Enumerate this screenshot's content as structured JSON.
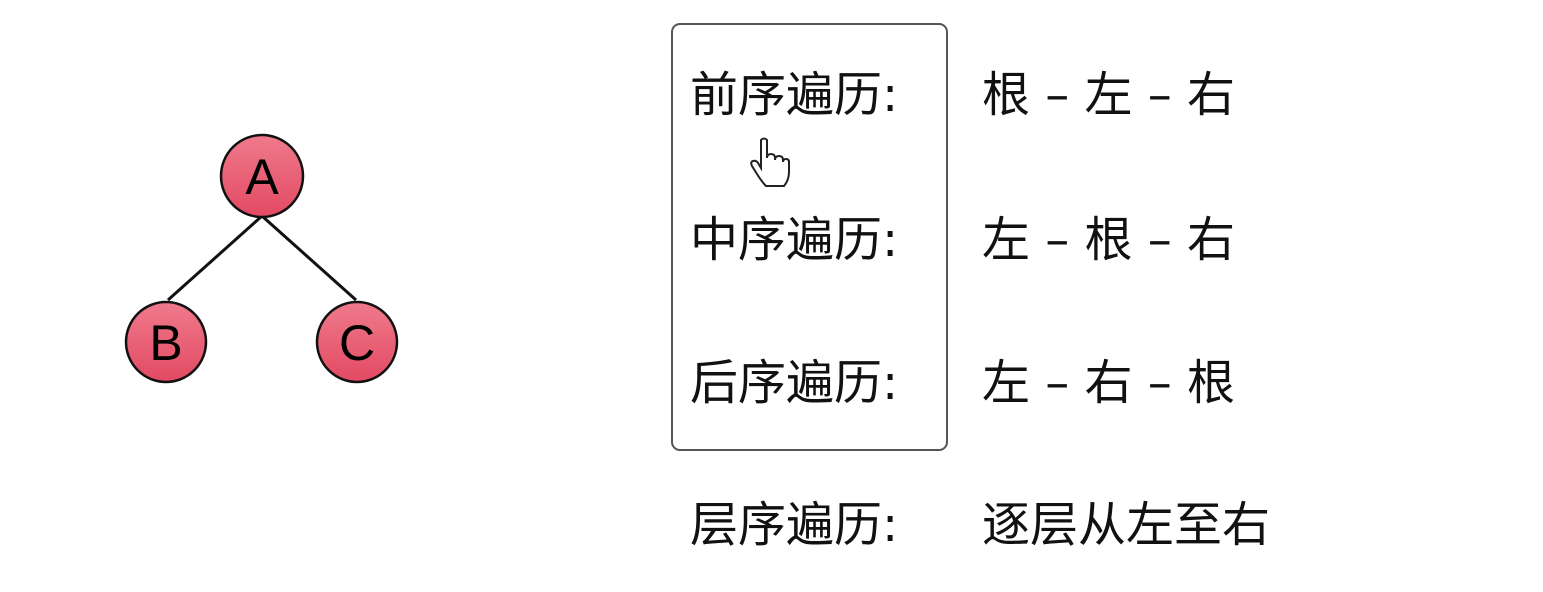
{
  "tree": {
    "nodes": [
      "A",
      "B",
      "C"
    ],
    "node_color": "#e9546b",
    "edges": [
      [
        "A",
        "B"
      ],
      [
        "A",
        "C"
      ]
    ]
  },
  "traversals": [
    {
      "label": "前序遍历:",
      "order": "根 – 左 – 右"
    },
    {
      "label": "中序遍历:",
      "order": "左 – 根 – 右"
    },
    {
      "label": "后序遍历:",
      "order": "左 – 右 – 根"
    },
    {
      "label": "层序遍历:",
      "order": "逐层从左至右"
    }
  ]
}
